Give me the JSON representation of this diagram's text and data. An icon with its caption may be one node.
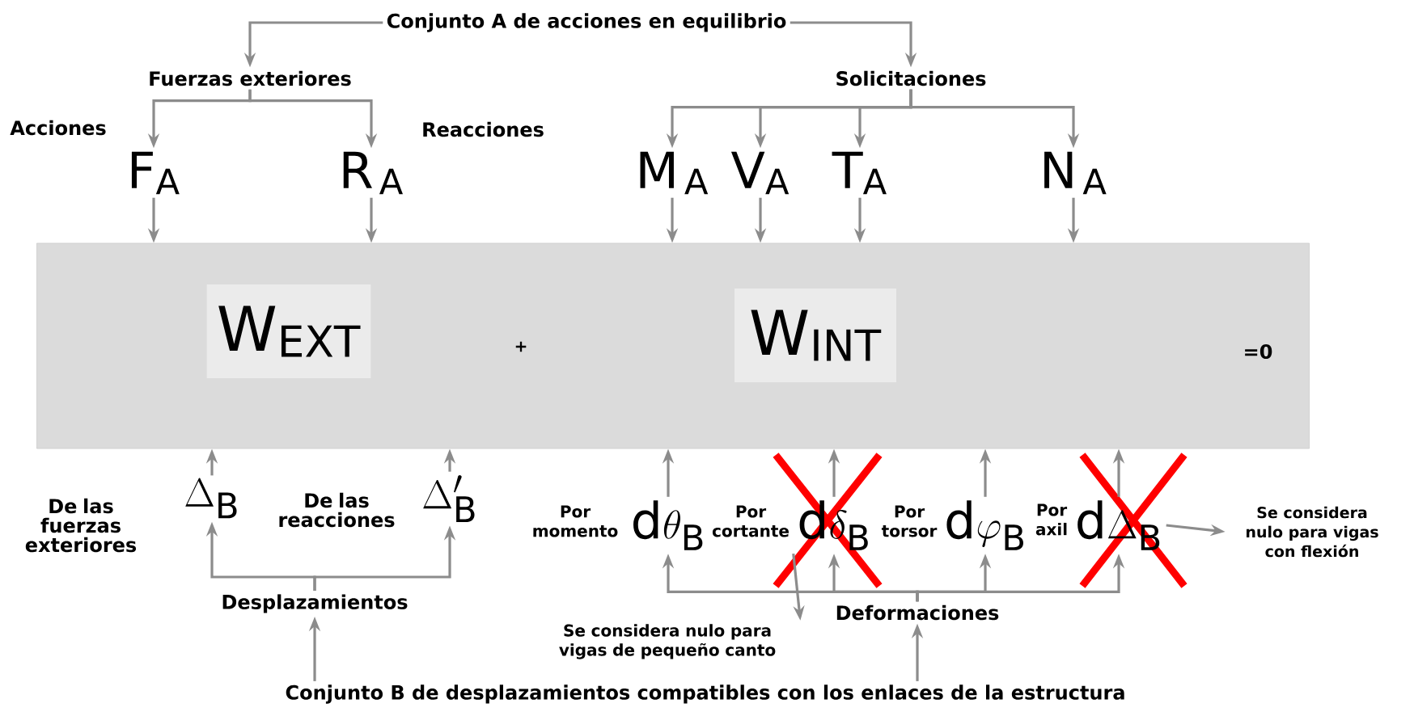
{
  "diagram": {
    "nodes": [
      {
        "text": [
          "Conjunto A  de acciones en equilibrio"
        ]
      },
      {
        "text": [
          "Fuerzas exteriores"
        ]
      },
      {
        "text": [
          "Solicitaciones"
        ]
      },
      {
        "text": [
          "\\mathrm{F}_{\\mathrm{A}}"
        ]
      },
      {
        "text": [
          "\\mathrm{R}_{\\,\\mathrm{A}}"
        ]
      },
      {
        "text": [
          "\\mathrm{M}_{\\,\\mathrm{A}}"
        ]
      },
      {
        "text": [
          "\\mathrm{V}_{\\mathrm{A}}"
        ]
      },
      {
        "text": [
          "\\mathrm{T}_{\\mathrm{A}}"
        ]
      },
      {
        "text": [
          "\\mathrm{N}_{\\,\\mathrm{A}}"
        ]
      },
      {
        "text": [
          "+",
          "=0"
        ]
      },
      {
        "text": [
          "\\mathrm{W}_{\\mathrm{EXT}}"
        ],
        "in": 9
      },
      {
        "text": [
          "\\mathrm{W}_{\\mathrm{INT}}"
        ],
        "in": 9
      },
      {
        "text": [
          "\\Delta_{\\mathrm{B}}"
        ]
      },
      {
        "text": [
          "\\Delta^{\\prime}_{\\mathrm{B}}"
        ]
      },
      {
        "text": [
          "\\mathrm{d}\\theta_{\\mathrm{B}}"
        ]
      },
      {
        "text": [
          "\\mathrm{d}\\delta_{\\mathrm{B}}"
        ]
      },
      {
        "text": [
          "\\mathrm{d}\\varphi_{\\mathrm{B}}"
        ]
      },
      {
        "text": [
          "\\mathrm{d}\\Delta_{\\mathrm{B}}"
        ]
      },
      {
        "text": [
          "Desplazamientos"
        ]
      },
      {
        "text": [
          "Deformaciones"
        ]
      },
      {
        "text": [
          "Conjunto B de desplazamientos compatibles con los enlaces de la estructura"
        ]
      },
      {
        "text": [
          "Se considera nulo para vigas de pequeño canto"
        ]
      },
      {
        "text": [
          "Se considera nulo para vigas con flexión"
        ]
      }
    ],
    "edges": [
      {
        "from": 0,
        "to": 1,
        "arrow": "to"
      },
      {
        "from": 0,
        "to": 2,
        "arrow": "to"
      },
      {
        "from": 1,
        "to": 3,
        "arrow": "to"
      },
      {
        "from": 1,
        "to": 4,
        "arrow": "to"
      },
      {
        "from": 2,
        "to": 5,
        "arrow": "to"
      },
      {
        "from": 2,
        "to": 6,
        "arrow": "to"
      },
      {
        "from": 2,
        "to": 7,
        "arrow": "to"
      },
      {
        "from": 2,
        "to": 8,
        "arrow": "to"
      },
      {
        "from": 3,
        "to": 9,
        "arrow": "to"
      },
      {
        "from": 4,
        "to": 9,
        "arrow": "to"
      },
      {
        "from": 5,
        "to": 9,
        "arrow": "to"
      },
      {
        "from": 6,
        "to": 9,
        "arrow": "to"
      },
      {
        "from": 7,
        "to": 9,
        "arrow": "to"
      },
      {
        "from": 8,
        "to": 9,
        "arrow": "to"
      },
      {
        "from": 12,
        "to": 9,
        "arrow": "to"
      },
      {
        "from": 13,
        "to": 9,
        "arrow": "to"
      },
      {
        "from": 14,
        "to": 9,
        "arrow": "to"
      },
      {
        "from": 15,
        "to": 9,
        "arrow": "to"
      },
      {
        "from": 16,
        "to": 9,
        "arrow": "to"
      },
      {
        "from": 17,
        "to": 9,
        "arrow": "to"
      },
      {
        "from": 18,
        "to": 12,
        "arrow": "to"
      },
      {
        "from": 18,
        "to": 13,
        "arrow": "to"
      },
      {
        "from": 19,
        "to": 14,
        "arrow": "to"
      },
      {
        "from": 19,
        "to": 15,
        "arrow": "to"
      },
      {
        "from": 19,
        "to": 16,
        "arrow": "to"
      },
      {
        "from": 19,
        "to": 17,
        "arrow": "to"
      },
      {
        "from": 20,
        "to": 18,
        "arrow": "to"
      },
      {
        "from": 20,
        "to": 19,
        "arrow": "to"
      },
      {
        "from": 15,
        "to": 21,
        "arrow": "to"
      },
      {
        "from": 17,
        "to": 22,
        "arrow": "to"
      }
    ],
    "labels": [
      "Acciones",
      "Reacciones",
      "De las fuerzas exteriores",
      "De las reacciones",
      "Por momento",
      "Por cortante",
      "Por torsor",
      "Por axil"
    ]
  }
}
